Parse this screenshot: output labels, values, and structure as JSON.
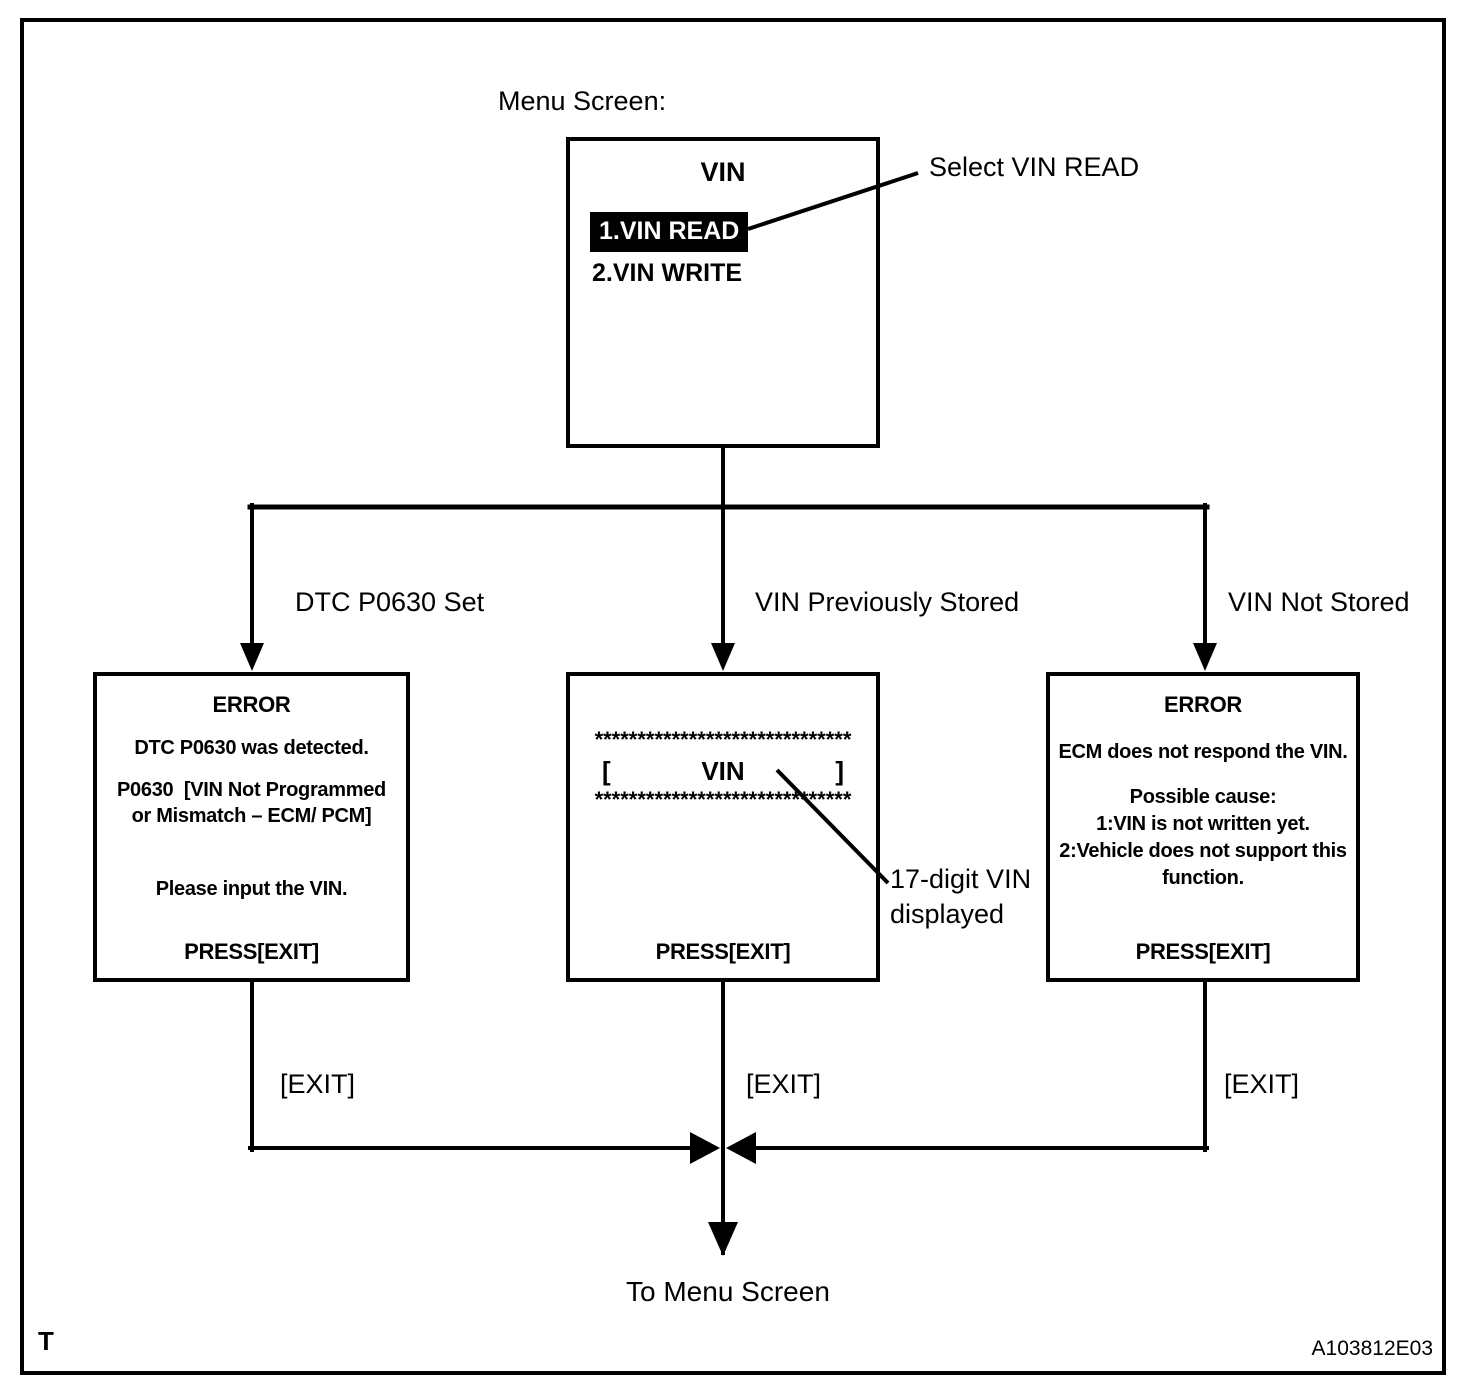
{
  "figure": {
    "menu_screen_label": "Menu Screen:",
    "select_callout": "Select VIN READ",
    "to_menu_label": "To Menu Screen",
    "exit_action": "[EXIT]",
    "vin_callout": {
      "line1": "17-digit VIN",
      "line2": "displayed"
    },
    "footer_mark": "T",
    "figure_code": "A103812E03",
    "colors": {
      "line": "#000000",
      "background": "#ffffff",
      "highlight_bg": "#000000",
      "highlight_text": "#ffffff"
    }
  },
  "menu": {
    "title": "VIN",
    "items": [
      {
        "label": "1.VIN READ",
        "selected": true
      },
      {
        "label": "2.VIN WRITE",
        "selected": false
      }
    ]
  },
  "branches": [
    {
      "condition": "DTC P0630 Set"
    },
    {
      "condition": "VIN Previously Stored"
    },
    {
      "condition": "VIN Not Stored"
    }
  ],
  "screens": {
    "error_dtc": {
      "title": "ERROR",
      "line1": "DTC P0630 was detected.",
      "line2a": "P0630  [VIN Not Programmed",
      "line2b": "or Mismatch – ECM/ PCM]",
      "line3": "Please input the VIN.",
      "footer": "PRESS[EXIT]"
    },
    "vin_display": {
      "stars": "******************************",
      "bracket_open": "[",
      "vin_label": "VIN",
      "bracket_close": "]",
      "footer": "PRESS[EXIT]"
    },
    "error_ecm": {
      "title": "ERROR",
      "line1": "ECM does not respond the VIN.",
      "cause_title": "Possible cause:",
      "cause1": "1:VIN is not written yet.",
      "cause2a": "2:Vehicle does not support this",
      "cause2b": "function.",
      "footer": "PRESS[EXIT]"
    }
  }
}
